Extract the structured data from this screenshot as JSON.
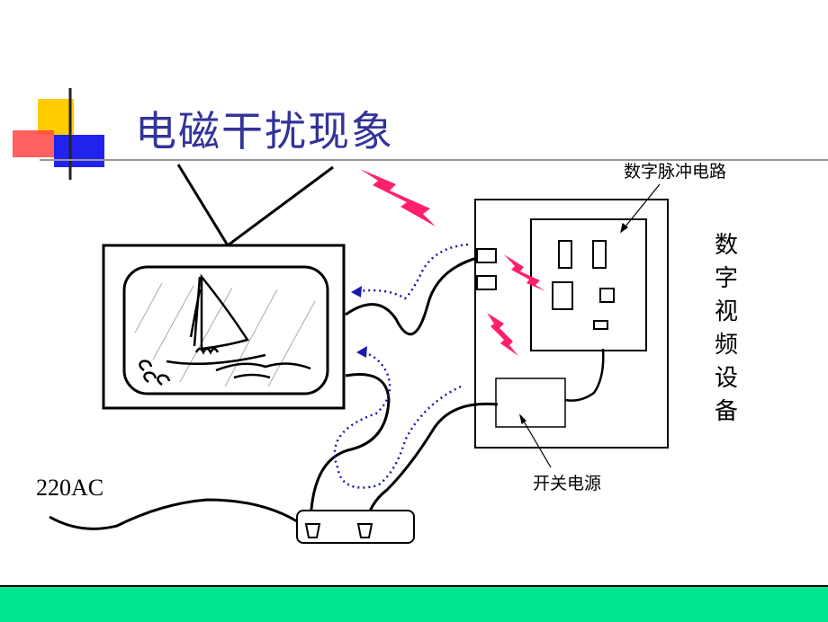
{
  "title": "电磁干扰现象",
  "labels": {
    "digital_pulse_circuit": "数字脉冲电路",
    "digital_video_device": "数字视频设备",
    "switching_power_supply": "开关电源",
    "ac_source": "220AC"
  },
  "colors": {
    "title": "#333399",
    "interference_bolt": "#ff1f6a",
    "coupling_path": "#1a1aa8",
    "bottom_bar": "#00e58f"
  }
}
